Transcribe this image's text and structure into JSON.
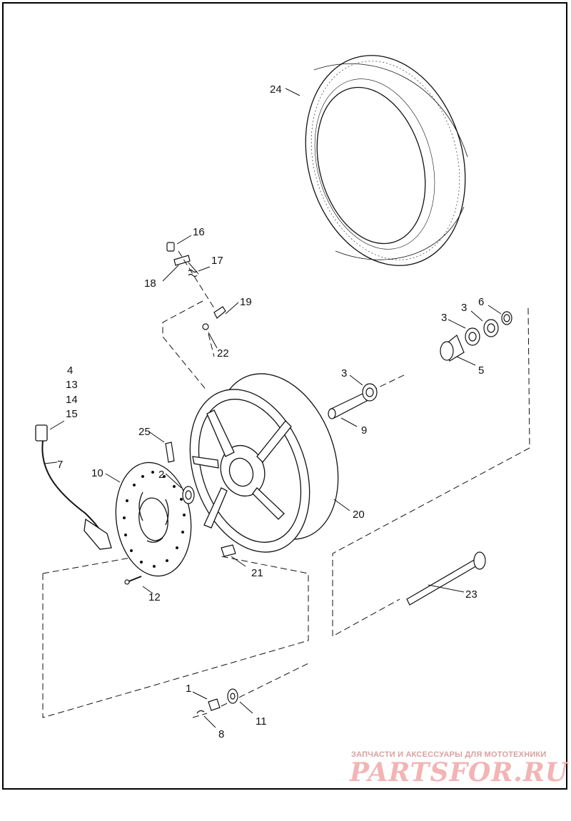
{
  "labels": {
    "l1": "1",
    "l2": "2",
    "l3a": "3",
    "l3b": "3",
    "l3c": "3",
    "l4": "4",
    "l5": "5",
    "l6": "6",
    "l7": "7",
    "l8": "8",
    "l9": "9",
    "l10": "10",
    "l11": "11",
    "l12": "12",
    "l13": "13",
    "l14": "14",
    "l15": "15",
    "l16": "16",
    "l17": "17",
    "l18": "18",
    "l19": "19",
    "l20": "20",
    "l21": "21",
    "l22": "22",
    "l23": "23",
    "l24": "24",
    "l25": "25"
  },
  "watermark": {
    "tagline": "ЗАПЧАСТИ И АКСЕССУАРЫ ДЛЯ МОТОТЕХНИКИ",
    "logo": "PARTSFOR.RU"
  }
}
